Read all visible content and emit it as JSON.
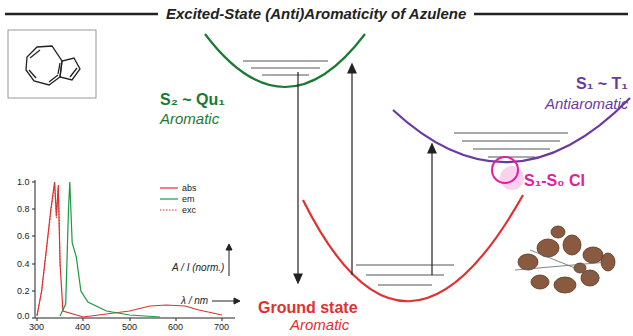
{
  "diagram": {
    "title": "Excited-State (Anti)Aromaticity of Azulene",
    "labels": [
      "S₂ ~ Qu₁",
      "Aromatic",
      "S₁ ~ T₁",
      "Antiaromatic",
      "S₁-S₀ CI",
      "Ground state",
      "Aromatic",
      "1.0",
      "0.8",
      "0.6",
      "0.4",
      "0.2",
      "0.0",
      "300",
      "400",
      "500",
      "600",
      "700",
      "λ / nm",
      "A / I (norm.)"
    ],
    "legend": [
      {
        "text": "abs"
      },
      {
        "text": "em"
      },
      {
        "text": "exc"
      }
    ]
  }
}
